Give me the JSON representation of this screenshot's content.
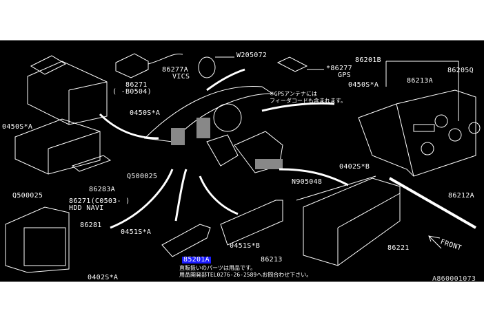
{
  "diagram": {
    "highlight_color": "#1a1aff",
    "labels": {
      "w205072": "W205072",
      "p86277a": "86277A",
      "vics": "VICS",
      "p86271": "86271",
      "b0504": "( -B0504)",
      "s0450a_1": "0450S*A",
      "s0450a_2": "0450S*A",
      "p86201b": "86201B",
      "p86277gps": "*86277",
      "gps": "GPS",
      "p86205q": "86205Q",
      "p86213a": "86213A",
      "s0450a_3": "0450S*A",
      "gps_note_1": "※GPSアンテナには",
      "gps_note_2": "フィーダコードも含まれます。",
      "q500025_1": "Q500025",
      "p86283a": "86283A",
      "q500025_2": "Q500025",
      "p86271c": "86271(C0503- )",
      "hdd_navi": "HDD NAVI",
      "s0402b": "0402S*B",
      "n905048": "N905048",
      "p86212a": "86212A",
      "p86281": "86281",
      "s0451a": "0451S*A",
      "s0451b": "0451S*B",
      "p86213": "86213",
      "p86221": "86221",
      "front": "FRONT",
      "p85201a": "85201A",
      "note_1": "直販扱いのパーツは用品です。",
      "note_2": "用品開発部TEL0276-26-2589へお問合わせ下さい。",
      "s0402a": "0402S*A",
      "diagram_id": "A860001073"
    }
  }
}
